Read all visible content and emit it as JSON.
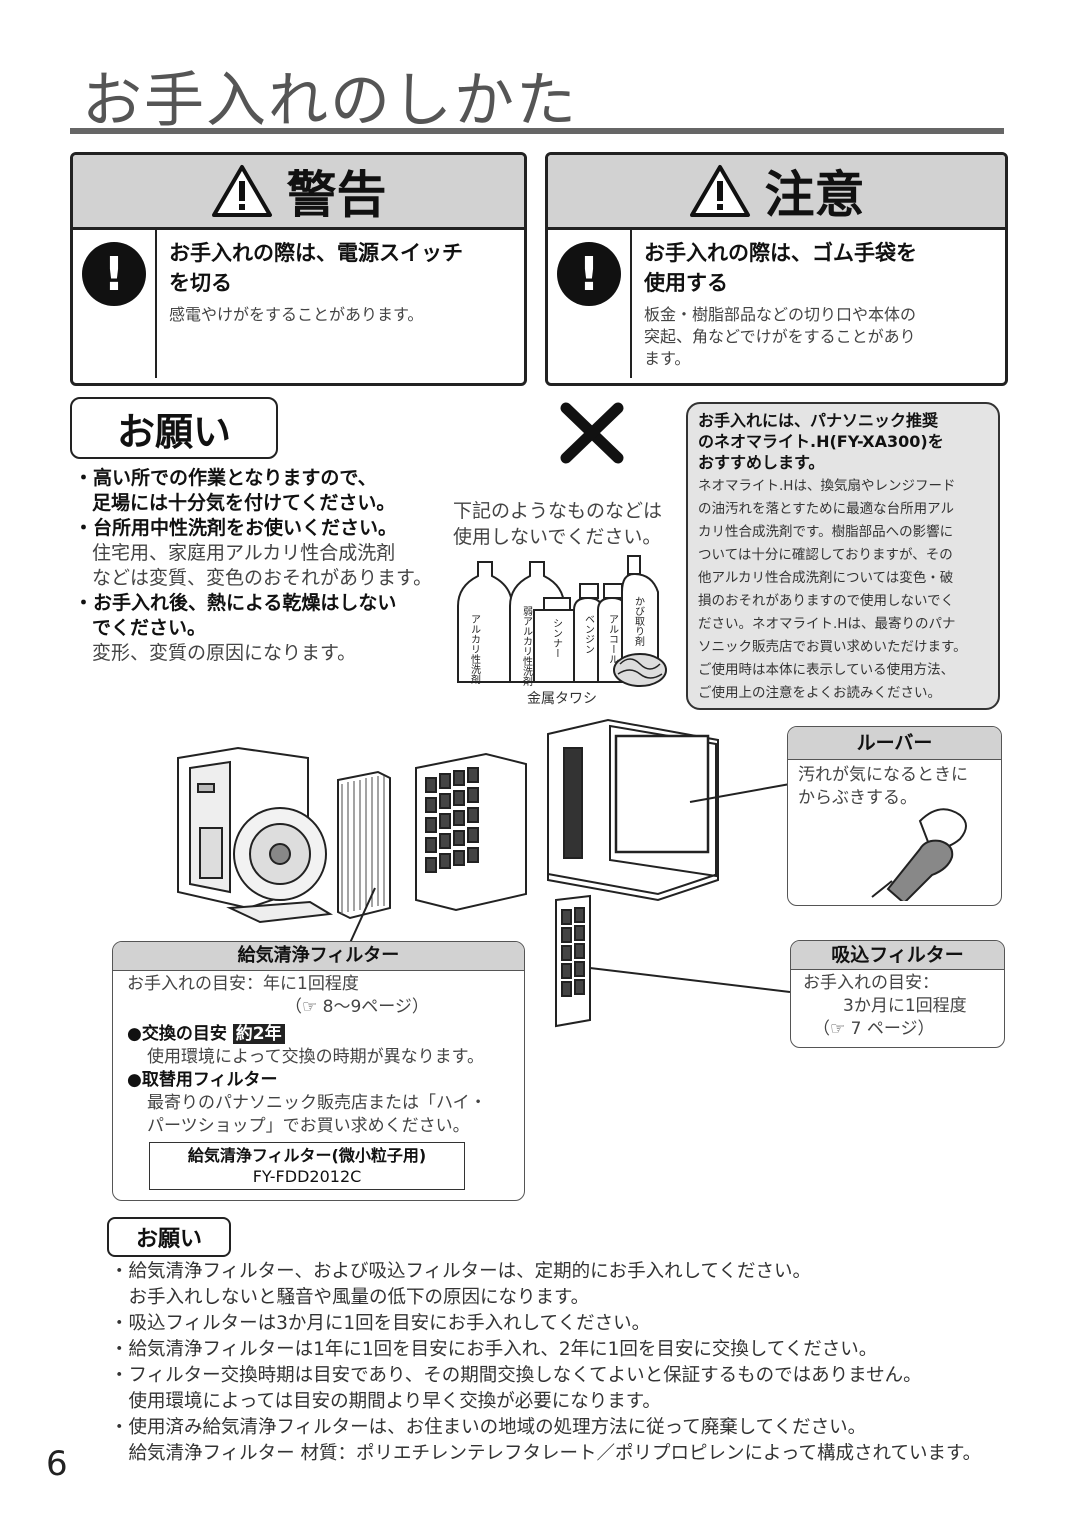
{
  "page_title": "お手入れのしかた",
  "warning": {
    "label": "警告",
    "heading_line1": "お手入れの際は、電源スイッチ",
    "heading_line2": "を切る",
    "body": "感電やけがをすることがあります。"
  },
  "caution": {
    "label": "注意",
    "heading_line1": "お手入れの際は、ゴム手袋を",
    "heading_line2": "使用する",
    "body_line1": "板金・樹脂部品などの切り口や本体の",
    "body_line2": "突起、角などでけがをすることがあり",
    "body_line3": "ます。"
  },
  "request": {
    "label": "お願い",
    "items": [
      {
        "bold1": "・高い所での作業となりますので、",
        "bold2": "足場には十分気を付けてください。"
      },
      {
        "bold1": "・台所用中性洗剤をお使いください。",
        "normal1": "住宅用、家庭用アルカリ性合成洗剤",
        "normal2": "などは変質、変色のおそれがあります。"
      },
      {
        "bold1": "・お手入れ後、熱による乾燥はしない",
        "bold2": "でください。",
        "normal1": "変形、変質の原因になります。"
      }
    ]
  },
  "prohibited": {
    "line1": "下記のようなものなどは",
    "line2": "使用しないでください。",
    "bottles": [
      "アルカリ性洗剤",
      "弱アルカリ性洗剤",
      "シンナー",
      "ベンジン",
      "アルコール",
      "かび取り剤"
    ],
    "scrubber": "金属タワシ"
  },
  "recommend": {
    "heading_line1": "お手入れには、パナソニック推奨",
    "heading_line2": "のネオマライト.H(FY-XA300)を",
    "heading_line3": "おすすめします。",
    "body": [
      "ネオマライト.Hは、換気扇やレンジフード",
      "の油汚れを落とすために最適な台所用アル",
      "カリ性合成洗剤です。樹脂部品への影響に",
      "ついては十分に確認しておりますが、その",
      "他アルカリ性合成洗剤については変色・破",
      "損のおそれがありますので使用しないでく",
      "ださい。ネオマライト.Hは、最寄りのパナ",
      "ソニック販売店でお買い求めいただけます。",
      "ご使用時は本体に表示している使用方法、",
      "ご使用上の注意をよくお読みください。"
    ]
  },
  "louver": {
    "title": "ルーバー",
    "line1": "汚れが気になるときに",
    "line2": "からぶきする。"
  },
  "supply_filter": {
    "title": "給気清浄フィルター",
    "guide": "お手入れの目安：年に1回程度",
    "guide_ref": "（☞ 8〜9ページ）",
    "replace_label": "●交換の目安",
    "replace_value": "約2年",
    "replace_note": "使用環境によって交換の時期が異なります。",
    "spare_label": "●取替用フィルター",
    "spare_line1": "最寄りのパナソニック販売店または「ハイ・",
    "spare_line2": "パーツショップ」でお買い求めください。",
    "part_name": "給気清浄フィルター(微小粒子用)",
    "part_number": "FY-FDD2012C"
  },
  "intake_filter": {
    "title": "吸込フィルター",
    "line1": "お手入れの目安：",
    "line2": "3か月に1回程度",
    "line3": "（☞ 7 ページ）"
  },
  "request2": {
    "label": "お願い",
    "lines": [
      "・給気清浄フィルター、および吸込フィルターは、定期的にお手入れしてください。",
      "　お手入れしないと騒音や風量の低下の原因になります。",
      "・吸込フィルターは3か月に1回を目安にお手入れしてください。",
      "・給気清浄フィルターは1年に1回を目安にお手入れ、2年に1回を目安に交換してください。",
      "・フィルター交換時期は目安であり、その期間交換しなくてよいと保証するものではありません。",
      "　使用環境によっては目安の期間より早く交換が必要になります。",
      "・使用済み給気清浄フィルターは、お住まいの地域の処理方法に従って廃棄してください。",
      "　給気清浄フィルター 材質：ポリエチレンテレフタレート／ポリプロピレンによって構成されています。"
    ]
  },
  "page_number": "6"
}
